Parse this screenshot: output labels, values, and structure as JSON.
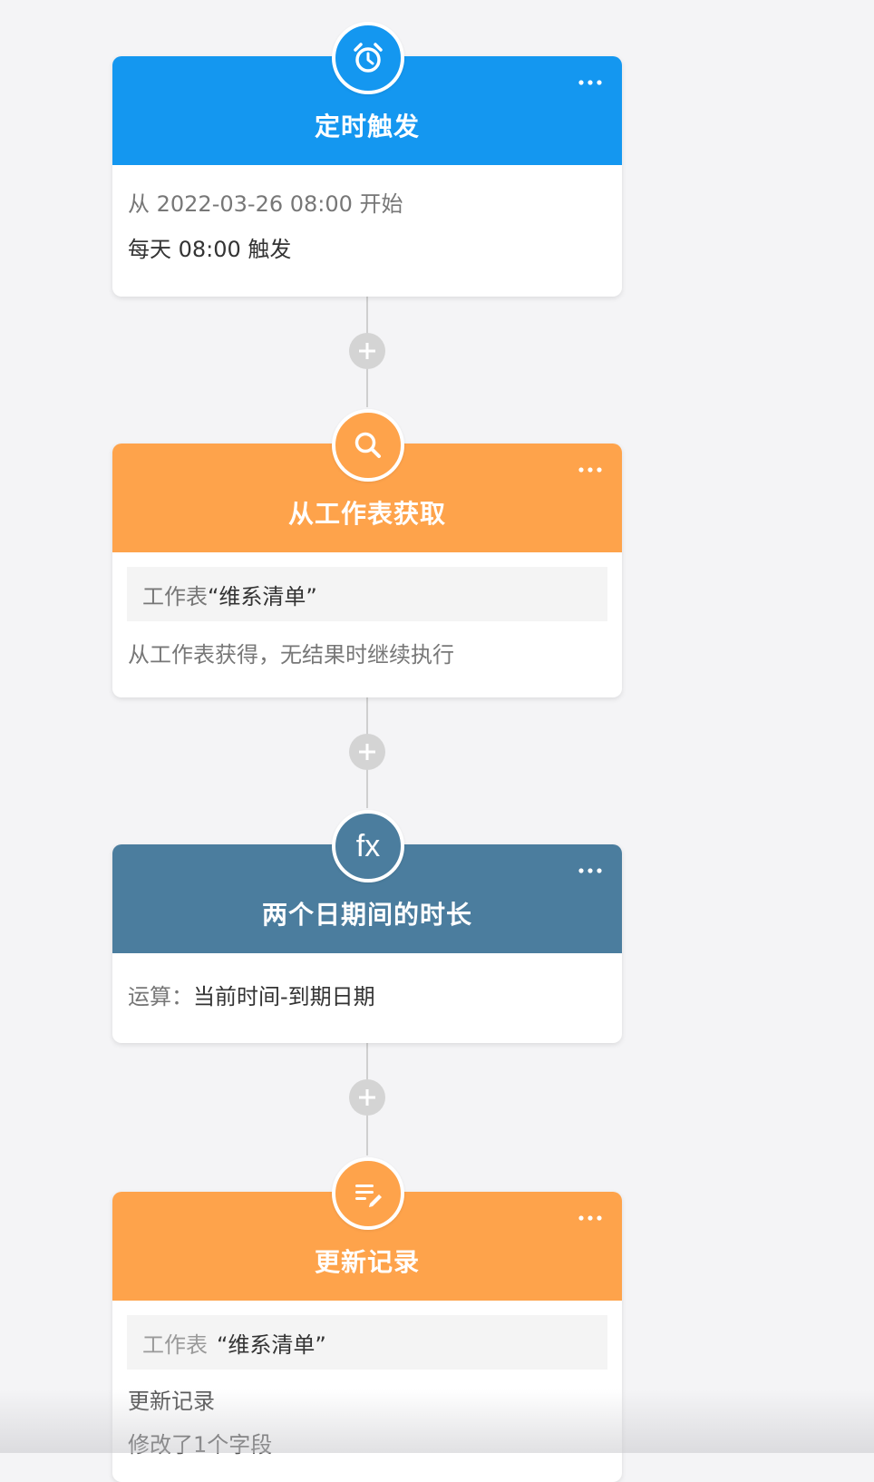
{
  "colors": {
    "background": "#f4f4f6",
    "trigger_blue": "#1497f0",
    "action_orange": "#fea34b",
    "formula_slate": "#4b7d9e",
    "connector_grey": "#cfcfcf",
    "add_button_grey": "#d4d4d4"
  },
  "nodes": [
    {
      "title": "定时触发",
      "icon": "alarm-clock-icon",
      "lines": [
        "从 2022-03-26 08:00 开始",
        "每天 08:00 触发"
      ]
    },
    {
      "title": "从工作表获取",
      "icon": "search-icon",
      "sheet_prefix": "工作表",
      "sheet_name": "“维系清单”",
      "lines": [
        "从工作表获得，无结果时继续执行"
      ]
    },
    {
      "title": "两个日期间的时长",
      "icon": "fx-formula-icon",
      "icon_text": "fx",
      "label": "运算：",
      "value": "当前时间-到期日期"
    },
    {
      "title": "更新记录",
      "icon": "edit-record-icon",
      "sheet_prefix": "工作表",
      "sheet_name": "“维系清单”",
      "lines": [
        "更新记录",
        "修改了1个字段"
      ]
    }
  ]
}
